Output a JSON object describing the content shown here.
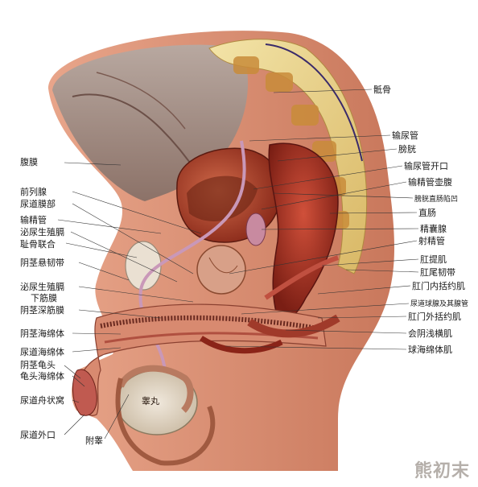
{
  "labels_left": {
    "l1": "腹膜",
    "l2": "前列腺",
    "l3": "尿道膜部",
    "l4": "输精管",
    "l5": "泌尿生殖膈",
    "l6": "耻骨联合",
    "l7": "阴茎悬韧带",
    "l8": "泌尿生殖膈",
    "l9": "下筋膜",
    "l10": "阴茎深筋膜",
    "l11": "阴茎海绵体",
    "l12": "尿道海绵体",
    "l13": "阴茎龟头",
    "l14": "龟头海绵体",
    "l15": "尿道舟状窝",
    "l16": "尿道外口",
    "l17": "附睾"
  },
  "labels_right": {
    "r1": "骶骨",
    "r2": "输尿管",
    "r3": "膀胱",
    "r4": "输尿管开口",
    "r5": "输精管壶腹",
    "r6": "膀胱直肠陷凹",
    "r7": "直肠",
    "r8": "精囊腺",
    "r9": "射精管",
    "r10": "肛提肌",
    "r11": "肛尾韧带",
    "r12": "肛门内括约肌",
    "r13": "尿道球腺及其腺管",
    "r14": "肛门外括约肌",
    "r15": "会阴浅横肌",
    "r16": "球海绵体肌"
  },
  "inner_label": "睾丸",
  "watermark": "熊初末"
}
